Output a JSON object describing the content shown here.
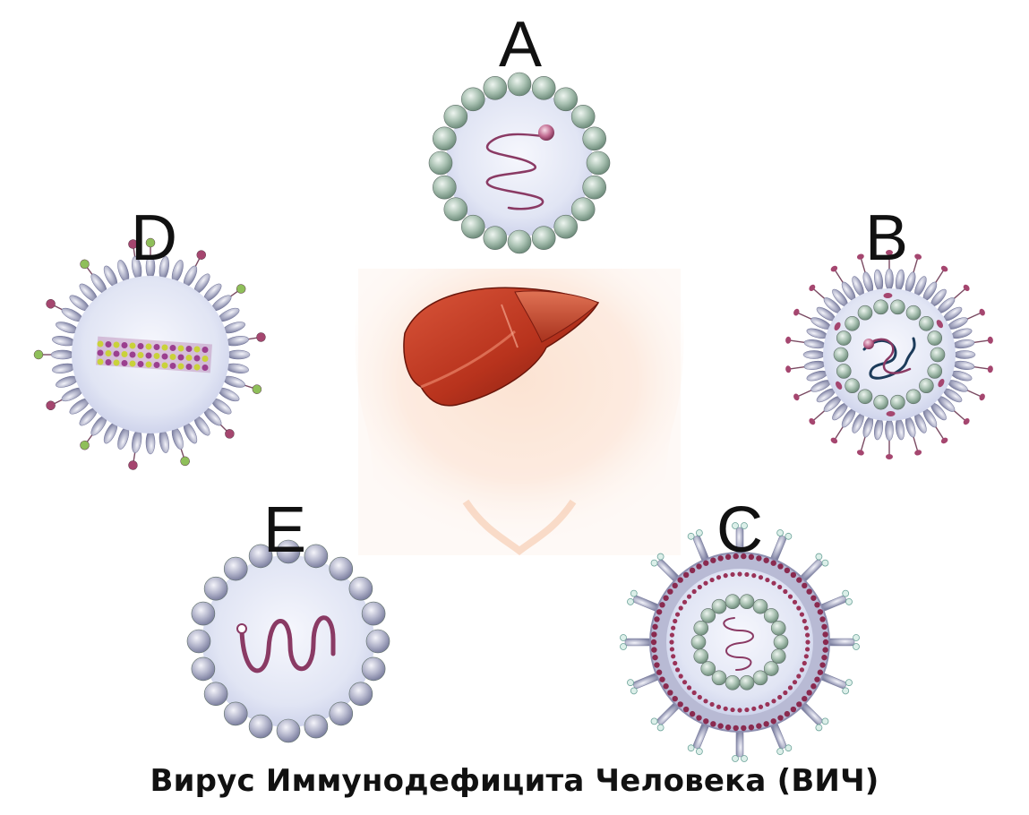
{
  "labels": {
    "a": "A",
    "b": "B",
    "c": "C",
    "d": "D",
    "e": "E"
  },
  "caption": "Вирус Иммунодефицита Человека (ВИЧ)",
  "colors": {
    "capsid_green": "#a9c1b2",
    "capsid_gray": "#b4b6cc",
    "interior": "#e5e8f5",
    "genome": "#8a3a64",
    "spike_magenta": "#a5466f",
    "spike_green": "#8fbf5a",
    "liver": "#b8331d",
    "skin": "#fce7d8"
  },
  "icons": [
    "virus-a-icon",
    "virus-b-icon",
    "virus-c-icon",
    "virus-d-icon",
    "virus-e-icon",
    "liver-icon",
    "torso-icon"
  ]
}
